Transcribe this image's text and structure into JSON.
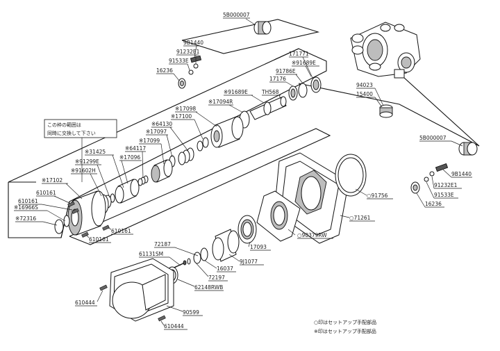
{
  "labels": {
    "p5b000007_top": "5B000007",
    "p9b1440_left": "9B1440",
    "p91232e1_left": "91232E1",
    "p91533e_left": "91533E",
    "p16236_left": "16236",
    "p171771": "171771",
    "p91689e_a": "※91689E",
    "p91786e": "91786E",
    "p17176": "17176",
    "p91689e_b": "※91689E",
    "pth568": "TH568",
    "p17094r": "※17094R",
    "p17098": "※17098",
    "p17100": "※17100",
    "p64130": "※64130",
    "p17097": "※17097",
    "p17099": "※17099",
    "p64117": "※64117",
    "p31425": "※31425",
    "p17096": "※17096",
    "p91299e": "※91299E",
    "p91602h": "※91602H",
    "p17102": "※17102",
    "p610161_a": "610161",
    "p610161_b": "610161",
    "p16966s": "※16966S",
    "p72316": "※72316",
    "p610161_c": "610161",
    "p610161_d": "610161",
    "p94023": "94023",
    "p15400": "15400",
    "p5b000007_right": "5B000007",
    "p9b1440_right": "9B1440",
    "p91232e1_right": "91232E1",
    "p91533e_right": "91533E",
    "p16236_right": "16236",
    "p91756": "○91756",
    "p71261": "○71261",
    "p90379rw": "○90379RW",
    "p17093": "17093",
    "p9j1077": "9J1077",
    "p72187": "72187",
    "p61131sm": "61131SM",
    "p16037": "16037",
    "p72197": "72197",
    "p62148rwb": "62148RWB",
    "p90599": "90599",
    "p610444_a": "610444",
    "p610444_b": "610444"
  },
  "frame_note": {
    "line1": "この枠の範囲は",
    "line2": "同時に交換して下さい"
  },
  "legend": {
    "circle_note": "○印はセットアップ手配部品",
    "asterisk_note": "※印はセットアップ手配部品"
  }
}
